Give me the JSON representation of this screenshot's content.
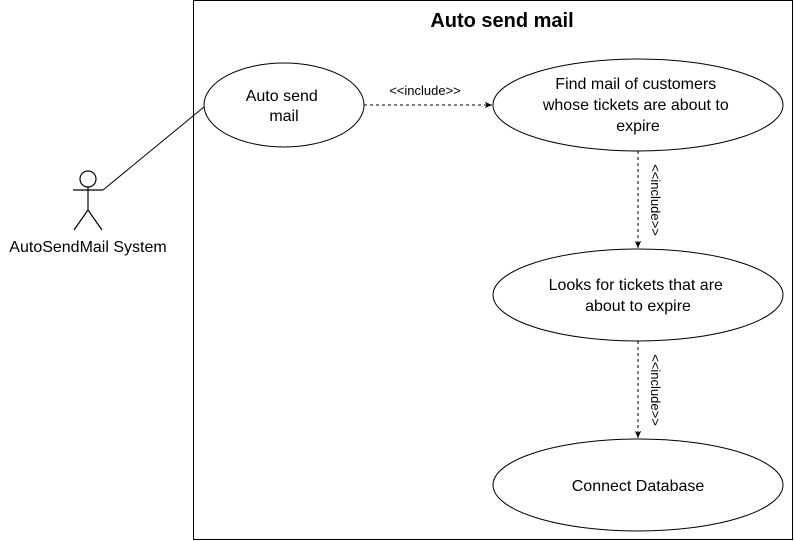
{
  "system": {
    "title": "Auto send mail"
  },
  "actor": {
    "name": "AutoSendMail System",
    "icon": "stick-figure-actor"
  },
  "use_cases": {
    "auto_send_mail": {
      "lines": [
        "Auto send",
        "mail"
      ]
    },
    "find_mail": {
      "lines": [
        "Find mail of customers",
        "whose tickets are about to",
        "expire"
      ]
    },
    "looks_for_tickets": {
      "lines": [
        "Looks for tickets that are",
        "about to expire"
      ]
    },
    "connect_database": {
      "lines": [
        "Connect Database"
      ]
    }
  },
  "relationships": {
    "auto_to_find": "<<include>>",
    "find_to_looks": "<<include>>",
    "looks_to_connect": "<<include>>"
  },
  "colors": {
    "stroke": "#000000",
    "background": "#ffffff"
  }
}
